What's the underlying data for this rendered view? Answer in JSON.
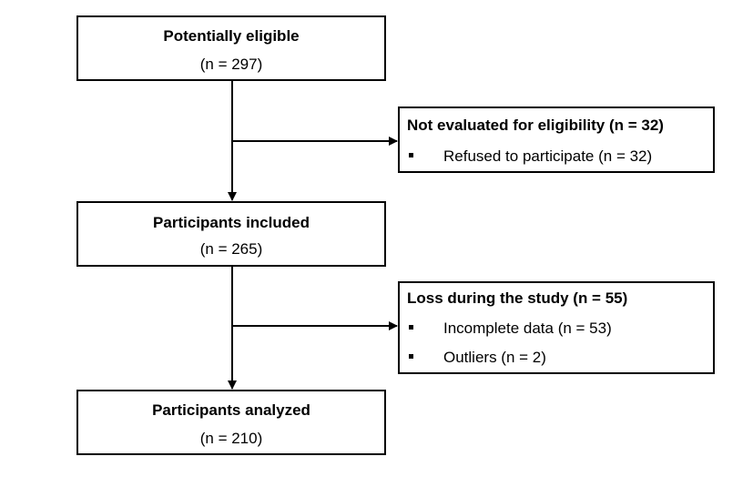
{
  "flow": {
    "potentially_eligible": {
      "title": "Potentially eligible",
      "count": "(n = 297)"
    },
    "not_evaluated": {
      "title": "Not evaluated for eligibility (n = 32)",
      "items": [
        "Refused to participate (n = 32)"
      ]
    },
    "participants_included": {
      "title": "Participants included",
      "count": "(n = 265)"
    },
    "loss_during_study": {
      "title": "Loss during the study (n = 55)",
      "items": [
        "Incomplete data (n = 53)",
        "Outliers (n = 2)"
      ]
    },
    "participants_analyzed": {
      "title": "Participants analyzed",
      "count": "(n = 210)"
    }
  }
}
